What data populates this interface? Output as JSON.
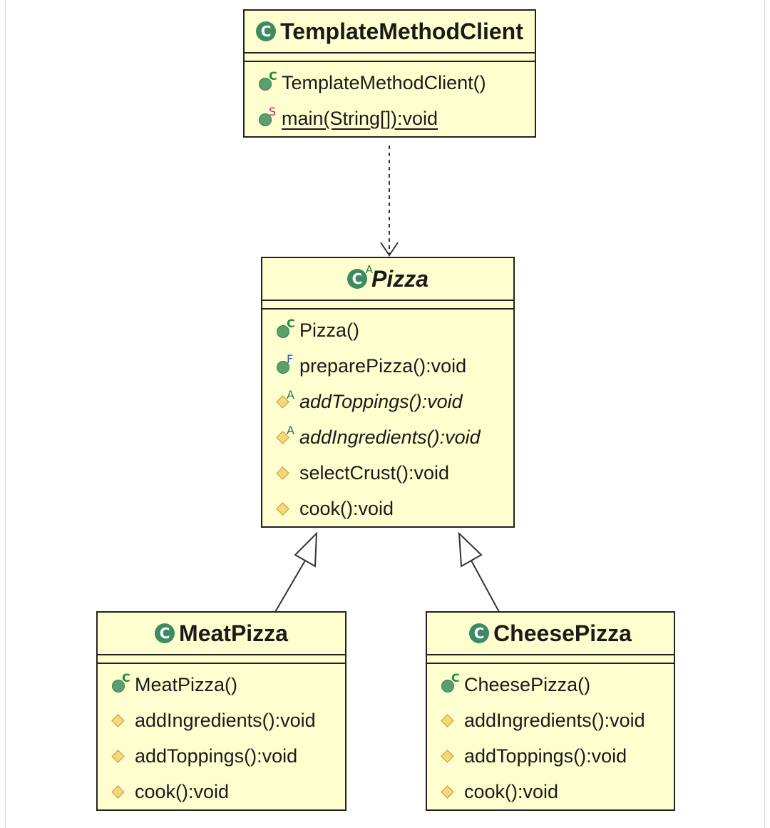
{
  "diagram": {
    "classes": [
      {
        "id": "templateMethodClient",
        "name": "TemplateMethodClient",
        "abstract": false,
        "operations": [
          {
            "text": "TemplateMethodClient()",
            "visibility": "public",
            "modifier": "C"
          },
          {
            "text": "main(String[]):void",
            "visibility": "public",
            "modifier": "S",
            "underline": true
          }
        ]
      },
      {
        "id": "pizza",
        "name": "Pizza",
        "abstract": true,
        "operations": [
          {
            "text": "Pizza()",
            "visibility": "public",
            "modifier": "C"
          },
          {
            "text": "preparePizza():void",
            "visibility": "public",
            "modifier": "F"
          },
          {
            "text": "addToppings():void",
            "visibility": "protected",
            "modifier": "A",
            "italic": true
          },
          {
            "text": "addIngredients():void",
            "visibility": "protected",
            "modifier": "A",
            "italic": true
          },
          {
            "text": "selectCrust():void",
            "visibility": "protected",
            "modifier": ""
          },
          {
            "text": "cook():void",
            "visibility": "protected",
            "modifier": ""
          }
        ]
      },
      {
        "id": "meatPizza",
        "name": "MeatPizza",
        "abstract": false,
        "operations": [
          {
            "text": "MeatPizza()",
            "visibility": "public",
            "modifier": "C"
          },
          {
            "text": "addIngredients():void",
            "visibility": "protected",
            "modifier": ""
          },
          {
            "text": "addToppings():void",
            "visibility": "protected",
            "modifier": ""
          },
          {
            "text": "cook():void",
            "visibility": "protected",
            "modifier": ""
          }
        ]
      },
      {
        "id": "cheesePizza",
        "name": "CheesePizza",
        "abstract": false,
        "operations": [
          {
            "text": "CheesePizza()",
            "visibility": "public",
            "modifier": "C"
          },
          {
            "text": "addIngredients():void",
            "visibility": "protected",
            "modifier": ""
          },
          {
            "text": "addToppings():void",
            "visibility": "protected",
            "modifier": ""
          },
          {
            "text": "cook():void",
            "visibility": "protected",
            "modifier": ""
          }
        ]
      }
    ],
    "relationships": [
      {
        "type": "dependency",
        "from": "templateMethodClient",
        "to": "pizza"
      },
      {
        "type": "generalization",
        "from": "meatPizza",
        "to": "pizza"
      },
      {
        "type": "generalization",
        "from": "cheesePizza",
        "to": "pizza"
      }
    ],
    "colors": {
      "class_fill": "#fefecf",
      "border": "#222222",
      "class_icon": "#3d8a63",
      "public_icon": "#5aa06f",
      "protected_icon": "#f6d87c",
      "modifier_c": "#1e8a3c",
      "modifier_s": "#c21a5a",
      "modifier_f": "#2a5fc2",
      "modifier_a": "#1e7a5a"
    }
  }
}
